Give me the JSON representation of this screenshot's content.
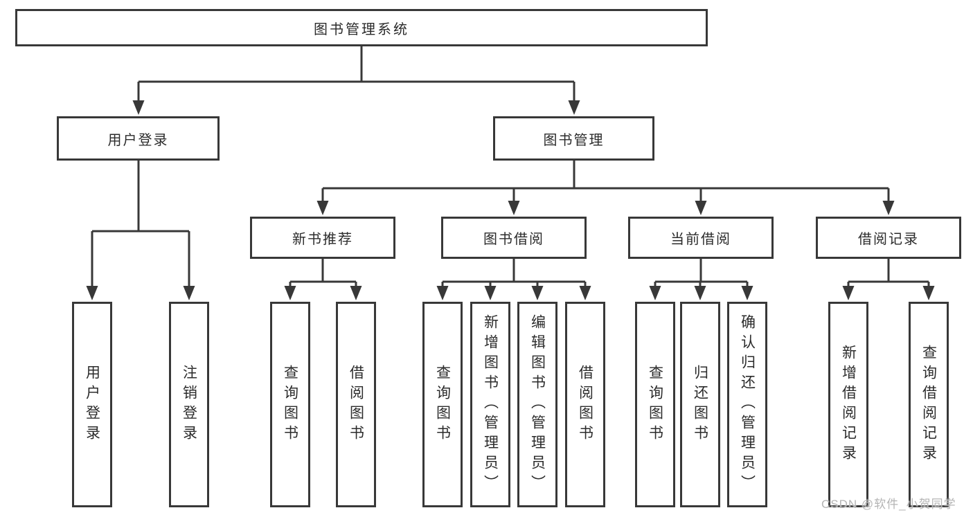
{
  "style": {
    "border_color": "#383838",
    "text_color": "#2b2b2b",
    "line_color": "#383838",
    "watermark_color": "#b4b4b4",
    "background": "#ffffff"
  },
  "watermark": {
    "text": "CSDN @软件_小贺同学"
  },
  "tree": {
    "root": {
      "label": "图书管理系统"
    },
    "level2": [
      {
        "label": "用户登录"
      },
      {
        "label": "图书管理"
      }
    ],
    "level3": [
      {
        "label": "新书推荐",
        "parent": "图书管理"
      },
      {
        "label": "图书借阅",
        "parent": "图书管理"
      },
      {
        "label": "当前借阅",
        "parent": "图书管理"
      },
      {
        "label": "借阅记录",
        "parent": "图书管理"
      }
    ],
    "leaves": [
      {
        "label": "用户登录",
        "parent": "用户登录"
      },
      {
        "label": "注销登录",
        "parent": "用户登录"
      },
      {
        "label": "查询图书",
        "parent": "新书推荐"
      },
      {
        "label": "借阅图书",
        "parent": "新书推荐"
      },
      {
        "label": "查询图书",
        "parent": "图书借阅"
      },
      {
        "label": "新增图书（管理员）",
        "parent": "图书借阅"
      },
      {
        "label": "编辑图书（管理员）",
        "parent": "图书借阅"
      },
      {
        "label": "借阅图书",
        "parent": "图书借阅"
      },
      {
        "label": "查询图书",
        "parent": "当前借阅"
      },
      {
        "label": "归还图书",
        "parent": "当前借阅"
      },
      {
        "label": "确认归还（管理员）",
        "parent": "当前借阅"
      },
      {
        "label": "新增借阅记录",
        "parent": "借阅记录"
      },
      {
        "label": "查询借阅记录",
        "parent": "借阅记录"
      }
    ]
  }
}
